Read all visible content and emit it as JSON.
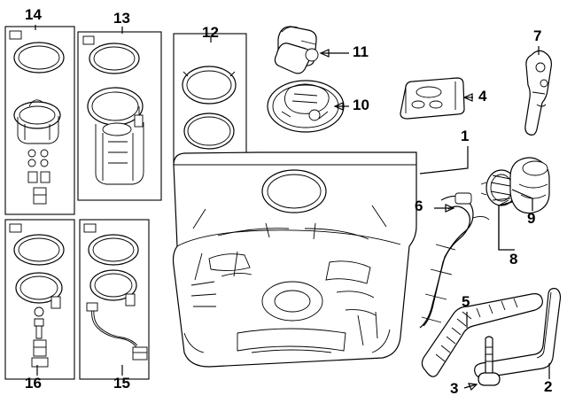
{
  "diagram": {
    "title": "Fuel tank and fuel pump assembly exploded parts diagram",
    "type": "exploded-parts-diagram",
    "background": "#ffffff",
    "line_color": "#000000",
    "callouts": [
      {
        "id": "1",
        "label": "1"
      },
      {
        "id": "2",
        "label": "2"
      },
      {
        "id": "3",
        "label": "3"
      },
      {
        "id": "4",
        "label": "4"
      },
      {
        "id": "5",
        "label": "5"
      },
      {
        "id": "6",
        "label": "6"
      },
      {
        "id": "7",
        "label": "7"
      },
      {
        "id": "8",
        "label": "8"
      },
      {
        "id": "9",
        "label": "9"
      },
      {
        "id": "10",
        "label": "10"
      },
      {
        "id": "11",
        "label": "11"
      },
      {
        "id": "12",
        "label": "12"
      },
      {
        "id": "13",
        "label": "13"
      },
      {
        "id": "14",
        "label": "14"
      },
      {
        "id": "15",
        "label": "15"
      },
      {
        "id": "16",
        "label": "16"
      }
    ],
    "groups": [
      {
        "name": "panel-14",
        "callout": "14",
        "contents": "fuel pump module with gasket ring and sender"
      },
      {
        "name": "panel-13",
        "callout": "13",
        "contents": "fuel pump module with gasket ring"
      },
      {
        "name": "panel-12",
        "callout": "12",
        "contents": "lock ring and gasket o-ring"
      },
      {
        "name": "panel-16",
        "callout": "16",
        "contents": "gasket ring, fuel filter and small parts"
      },
      {
        "name": "panel-15",
        "callout": "15",
        "contents": "gasket ring and wiring harness"
      },
      {
        "name": "part-11",
        "callout": "11",
        "contents": "fuel pump bracket / vent valve"
      },
      {
        "name": "part-10",
        "callout": "10",
        "contents": "fuel pump cover plate"
      },
      {
        "name": "part-4",
        "callout": "4",
        "contents": "heat shield / protector"
      },
      {
        "name": "part-7",
        "callout": "7",
        "contents": "bracket"
      },
      {
        "name": "part-1",
        "callout": "1",
        "contents": "fuel tank assembly"
      },
      {
        "name": "part-6",
        "callout": "6",
        "contents": "fuel filler neck / pipe"
      },
      {
        "name": "part-9",
        "callout": "9",
        "contents": "fuel filler cap"
      },
      {
        "name": "part-8",
        "callout": "8",
        "contents": "filler neck housing"
      },
      {
        "name": "part-5",
        "callout": "5",
        "contents": "fuel tank strap"
      },
      {
        "name": "part-2",
        "callout": "2",
        "contents": "fuel tank strap (long)"
      },
      {
        "name": "part-3",
        "callout": "3",
        "contents": "mounting bolt"
      }
    ]
  }
}
